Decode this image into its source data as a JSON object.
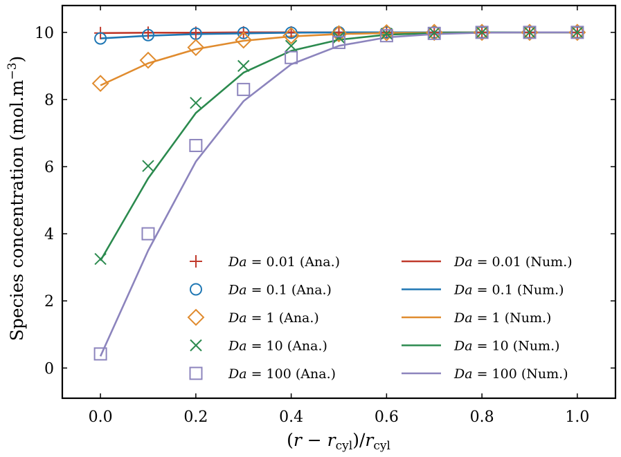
{
  "chart_data": {
    "type": "line",
    "title": "",
    "xlabel": "(r − r_cyl)/r_cyl",
    "ylabel": "Species concentration (mol.m⁻³)",
    "xlim": [
      -0.08,
      1.08
    ],
    "ylim": [
      -0.9,
      10.8
    ],
    "x_ticks": [
      0.0,
      0.2,
      0.4,
      0.6,
      0.8,
      1.0
    ],
    "x_tick_labels": [
      "0.0",
      "0.2",
      "0.4",
      "0.6",
      "0.8",
      "1.0"
    ],
    "y_ticks": [
      0,
      2,
      4,
      6,
      8,
      10
    ],
    "y_tick_labels": [
      "0",
      "2",
      "4",
      "6",
      "8",
      "10"
    ],
    "grid": false,
    "legend_placement": "lower-right",
    "x": [
      0.0,
      0.1,
      0.2,
      0.3,
      0.4,
      0.5,
      0.6,
      0.7,
      0.8,
      0.9,
      1.0
    ],
    "series": [
      {
        "label": "Da = 0.01 (Ana.)",
        "kind": "markers",
        "marker": "plus",
        "color": "#c0392b",
        "values": [
          9.98,
          9.99,
          9.99,
          10.0,
          10.0,
          10.0,
          10.0,
          10.0,
          10.0,
          10.0,
          10.0
        ]
      },
      {
        "label": "Da = 0.1 (Ana.)",
        "kind": "markers",
        "marker": "circle",
        "color": "#1f77b4",
        "values": [
          9.82,
          9.92,
          9.96,
          9.98,
          9.99,
          10.0,
          10.0,
          10.0,
          10.0,
          10.0,
          10.0
        ]
      },
      {
        "label": "Da = 1 (Ana.)",
        "kind": "markers",
        "marker": "diamond",
        "color": "#e08b2e",
        "values": [
          8.48,
          9.17,
          9.55,
          9.77,
          9.9,
          9.96,
          9.99,
          10.0,
          10.0,
          10.0,
          10.0
        ]
      },
      {
        "label": "Da = 10 (Ana.)",
        "kind": "markers",
        "marker": "x",
        "color": "#2b8a4e",
        "values": [
          3.25,
          6.02,
          7.9,
          9.0,
          9.6,
          9.85,
          9.96,
          9.99,
          10.0,
          10.0,
          10.0
        ]
      },
      {
        "label": "Da = 100 (Ana.)",
        "kind": "markers",
        "marker": "square",
        "color": "#8c84bd",
        "values": [
          0.42,
          4.0,
          6.63,
          8.3,
          9.25,
          9.7,
          9.9,
          9.97,
          10.0,
          10.0,
          10.0
        ]
      },
      {
        "label": "Da = 0.01 (Num.)",
        "kind": "line",
        "color": "#c0392b",
        "values": [
          9.98,
          9.99,
          9.99,
          10.0,
          10.0,
          10.0,
          10.0,
          10.0,
          10.0,
          10.0,
          10.0
        ]
      },
      {
        "label": "Da = 0.1 (Num.)",
        "kind": "line",
        "color": "#1f77b4",
        "values": [
          9.82,
          9.9,
          9.95,
          9.97,
          9.99,
          10.0,
          10.0,
          10.0,
          10.0,
          10.0,
          10.0
        ]
      },
      {
        "label": "Da = 1 (Num.)",
        "kind": "line",
        "color": "#e08b2e",
        "values": [
          8.42,
          9.08,
          9.5,
          9.75,
          9.88,
          9.95,
          9.98,
          9.99,
          10.0,
          10.0,
          10.0
        ]
      },
      {
        "label": "Da = 10 (Num.)",
        "kind": "line",
        "color": "#2b8a4e",
        "values": [
          3.2,
          5.65,
          7.6,
          8.8,
          9.45,
          9.78,
          9.93,
          9.98,
          10.0,
          10.0,
          10.0
        ]
      },
      {
        "label": "Da = 100 (Num.)",
        "kind": "line",
        "color": "#8c84bd",
        "values": [
          0.35,
          3.5,
          6.15,
          7.95,
          9.05,
          9.6,
          9.85,
          9.95,
          9.99,
          10.0,
          10.0
        ]
      }
    ]
  }
}
